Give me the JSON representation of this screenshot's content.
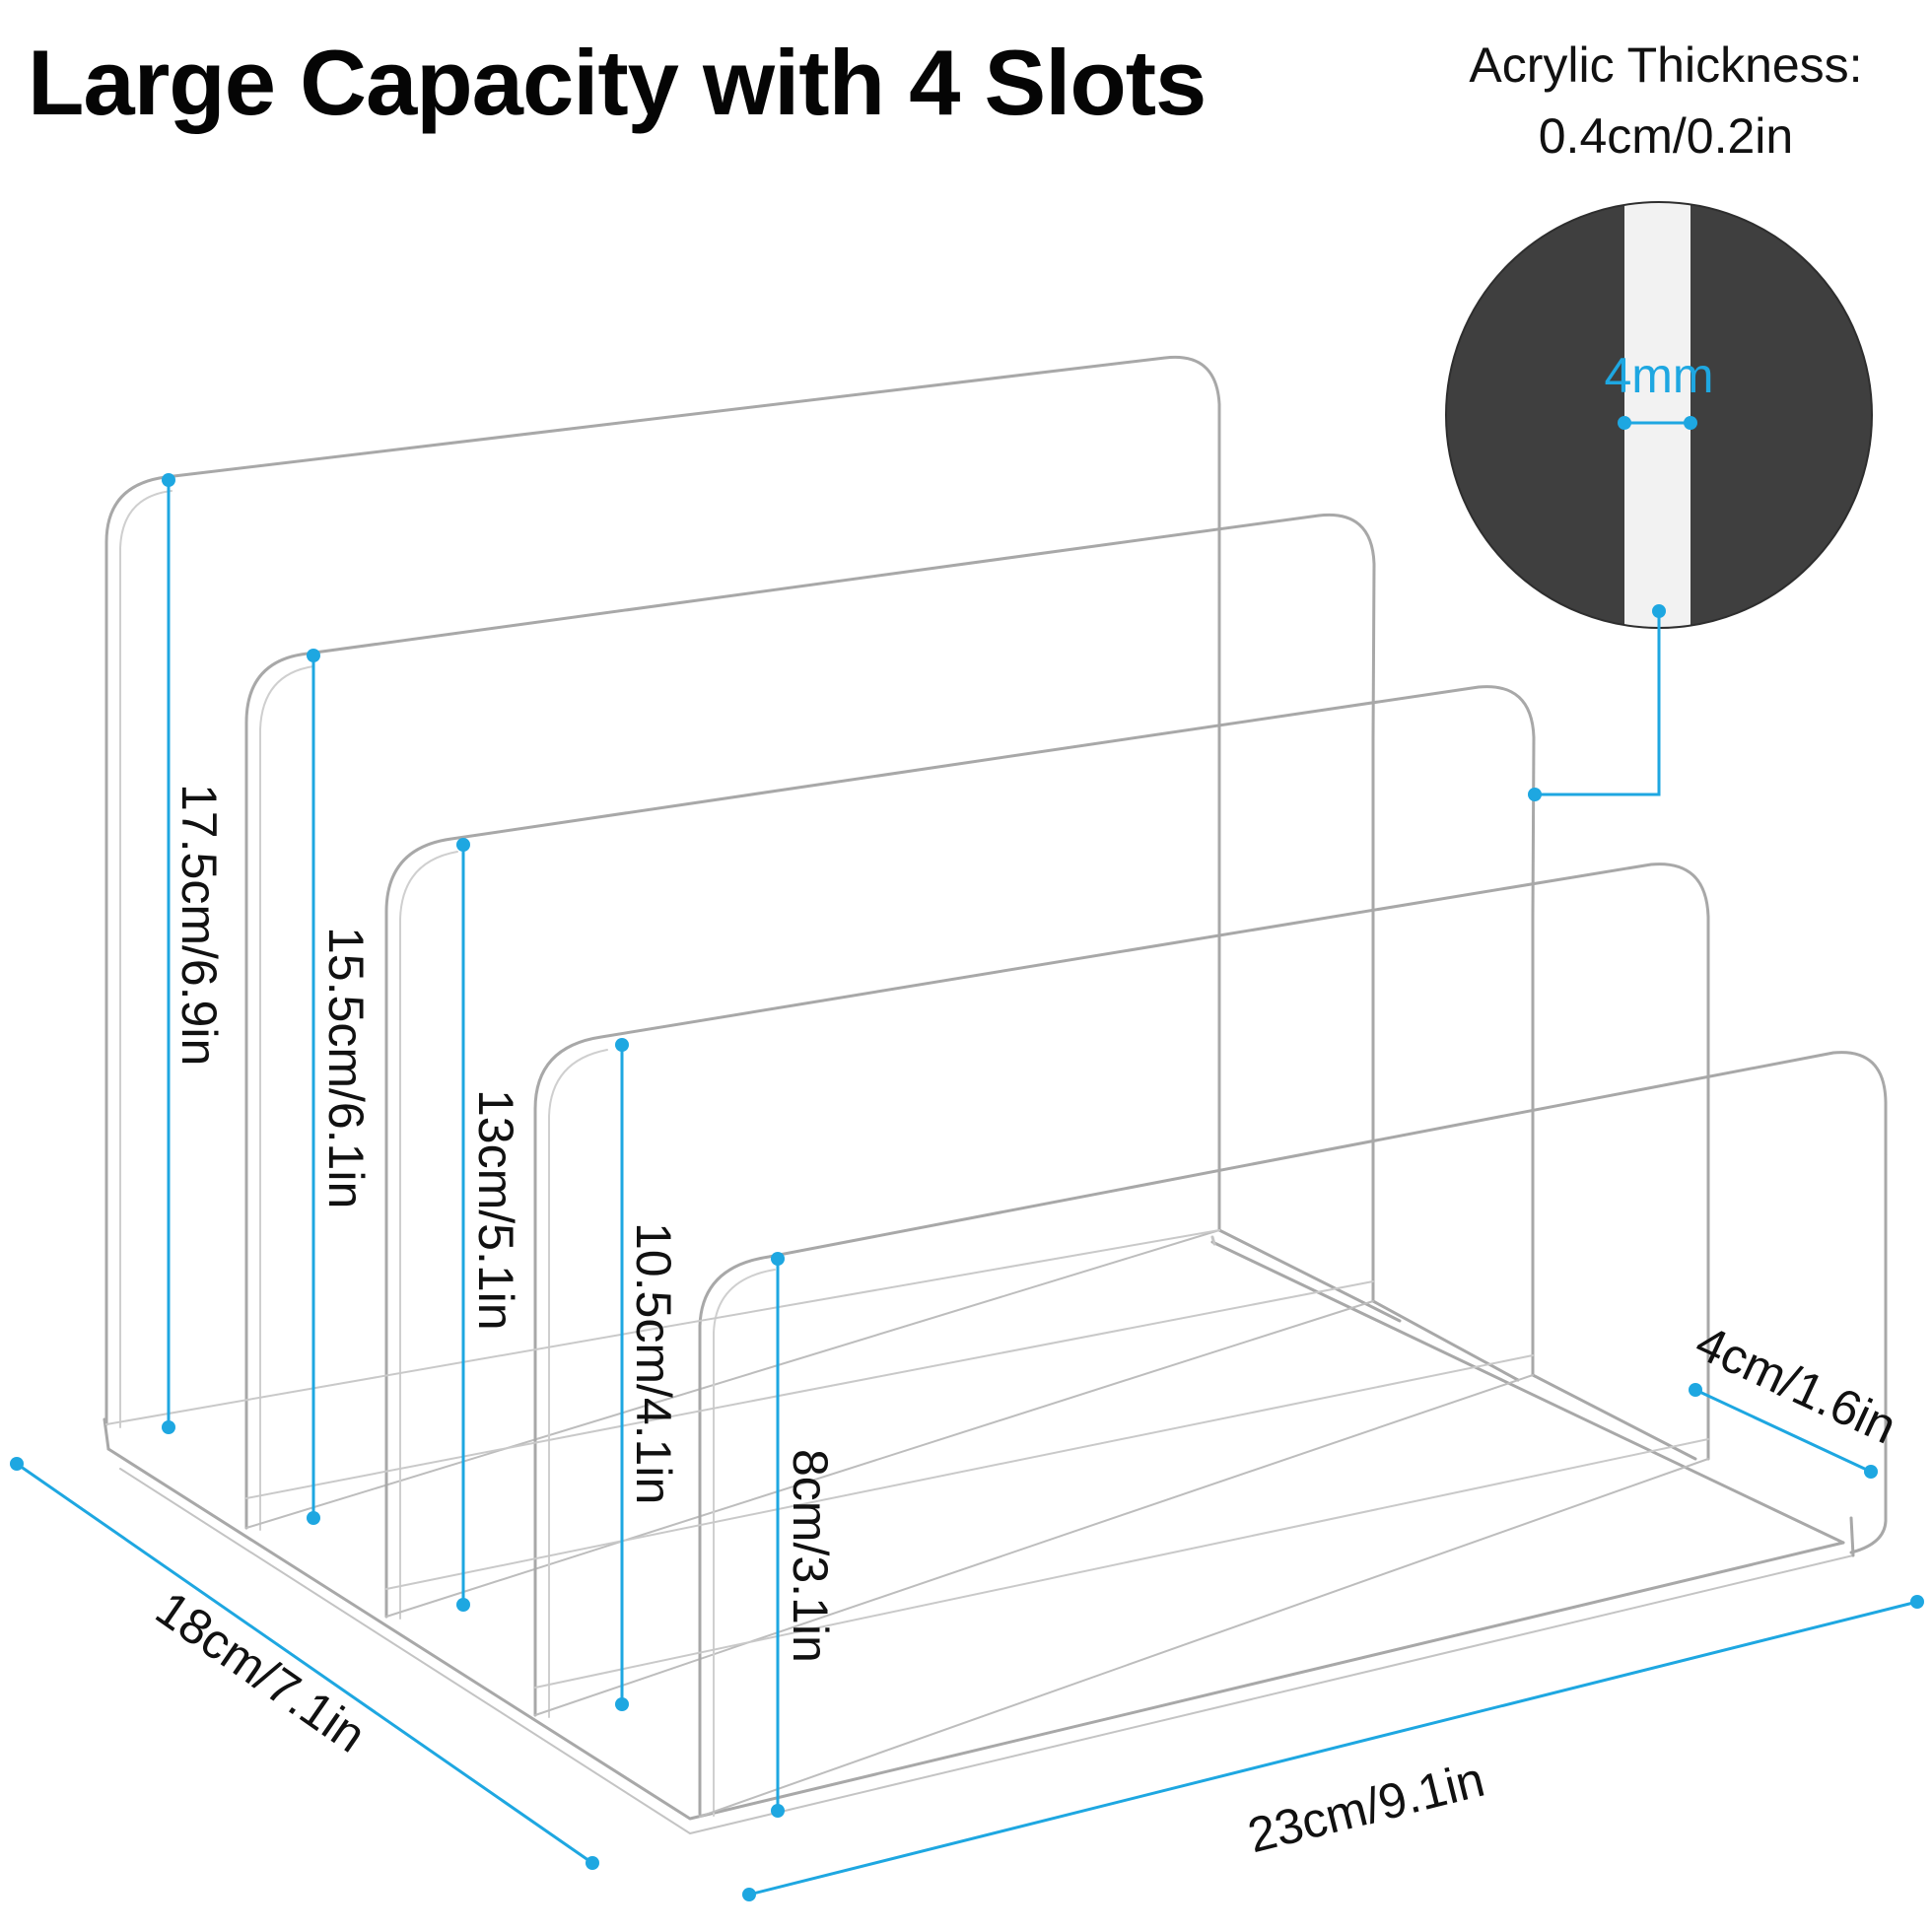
{
  "title": "Large Capacity with 4 Slots",
  "thickness": {
    "label": "Acrylic Thickness:",
    "value": "0.4cm/0.2in",
    "detail": "4mm"
  },
  "dimensions": {
    "width": "23cm/9.1in",
    "depth": "18cm/7.1in",
    "slot_depth": "4cm/1.6in",
    "heights": [
      "17.5cm/6.9in",
      "15.5cm/6.1in",
      "13cm/5.1in",
      "10.5cm/4.1in",
      "8cm/3.1in"
    ]
  },
  "colors": {
    "accent": "#1ea7e1",
    "acrylic_edge": "#a8a8a8",
    "circle_fill": "#3f3f3f",
    "strip": "#f2f2f2",
    "title": "#050505"
  }
}
